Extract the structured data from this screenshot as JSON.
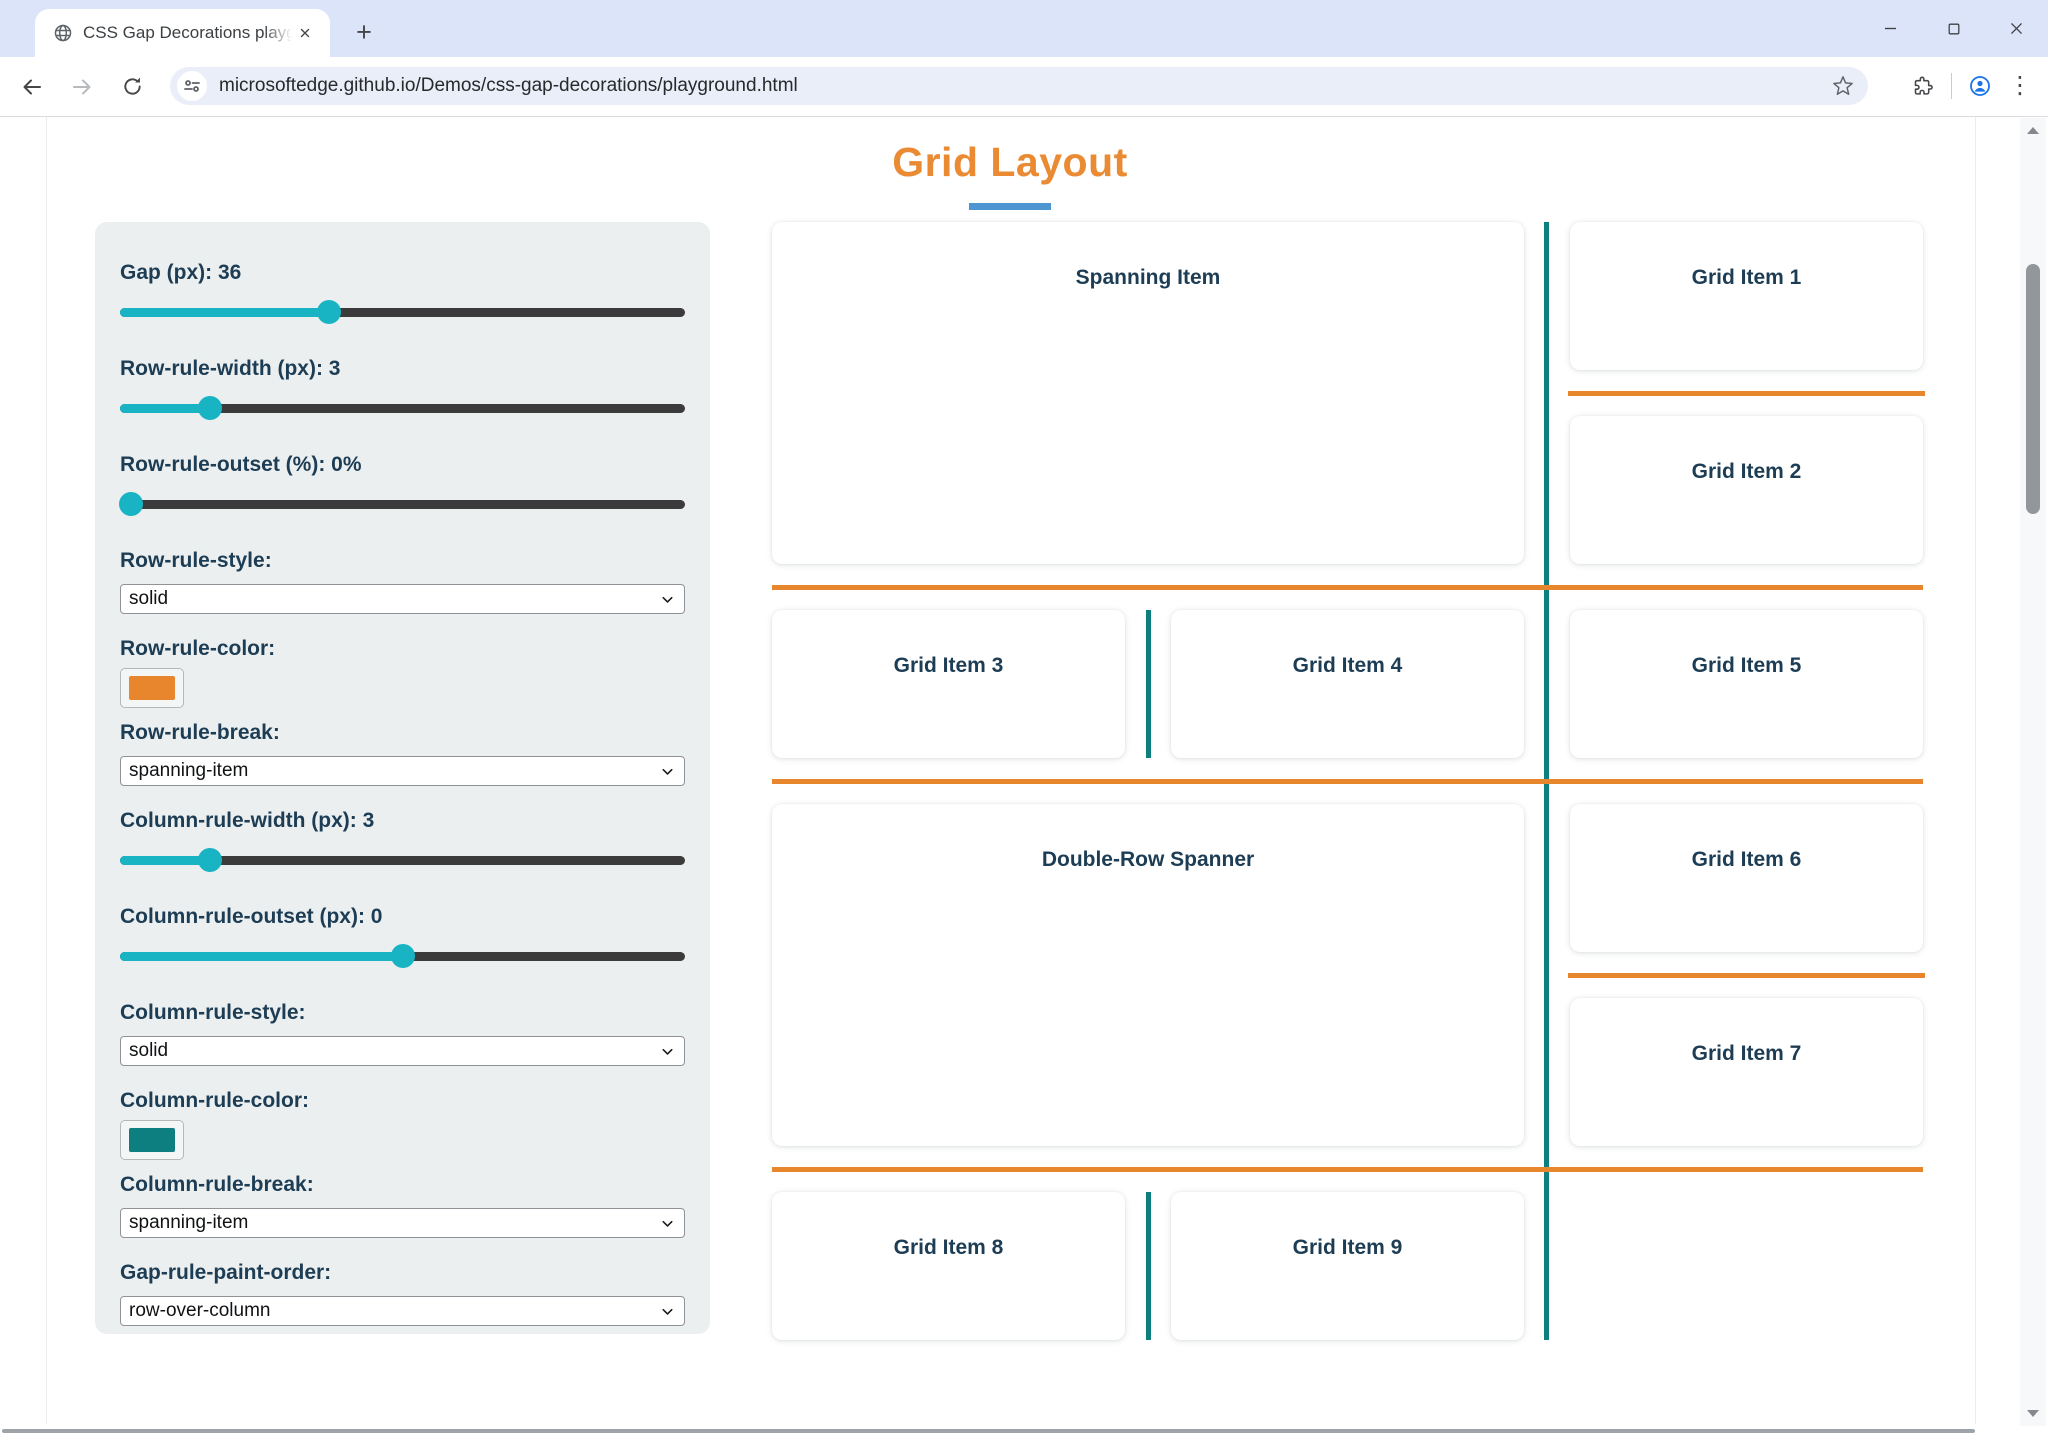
{
  "browser": {
    "tab_title": "CSS Gap Decorations playgroun",
    "url": "microsoftedge.github.io/Demos/css-gap-decorations/playground.html",
    "new_tab_glyph": "+",
    "menu_glyph": "⋮"
  },
  "page": {
    "title": "Grid Layout",
    "colors": {
      "title_text": "#ea8a33",
      "title_underline": "#4d96d2",
      "row_rule_orange": "#e8862d",
      "column_rule_teal": "#0e7f80",
      "slider_accent": "#18b4c4",
      "panel_background": "#eceff0",
      "label_text": "#1d3d55"
    }
  },
  "controls": {
    "gap": {
      "label": "Gap (px): 36",
      "percent": 37
    },
    "row_rule_width": {
      "label": "Row-rule-width (px): 3",
      "percent": 16
    },
    "row_rule_outset": {
      "label": "Row-rule-outset (%): 0%",
      "percent": 2
    },
    "row_rule_style": {
      "label": "Row-rule-style:",
      "value": "solid"
    },
    "row_rule_color": {
      "label": "Row-rule-color:",
      "color": "#e8862d"
    },
    "row_rule_break": {
      "label": "Row-rule-break:",
      "value": "spanning-item"
    },
    "column_rule_width": {
      "label": "Column-rule-width (px): 3",
      "percent": 16
    },
    "column_rule_outset": {
      "label": "Column-rule-outset (px): 0",
      "percent": 50
    },
    "column_rule_style": {
      "label": "Column-rule-style:",
      "value": "solid"
    },
    "column_rule_color": {
      "label": "Column-rule-color:",
      "color": "#0e7f80"
    },
    "column_rule_break": {
      "label": "Column-rule-break:",
      "value": "spanning-item"
    },
    "gap_rule_paint_order": {
      "label": "Gap-rule-paint-order:",
      "value": "row-over-column"
    }
  },
  "grid": {
    "items": [
      {
        "label": "Spanning Item"
      },
      {
        "label": "Grid Item 1"
      },
      {
        "label": "Grid Item 2"
      },
      {
        "label": "Grid Item 3"
      },
      {
        "label": "Grid Item 4"
      },
      {
        "label": "Grid Item 5"
      },
      {
        "label": "Double-Row Spanner"
      },
      {
        "label": "Grid Item 6"
      },
      {
        "label": "Grid Item 7"
      },
      {
        "label": "Grid Item 8"
      },
      {
        "label": "Grid Item 9"
      }
    ]
  }
}
